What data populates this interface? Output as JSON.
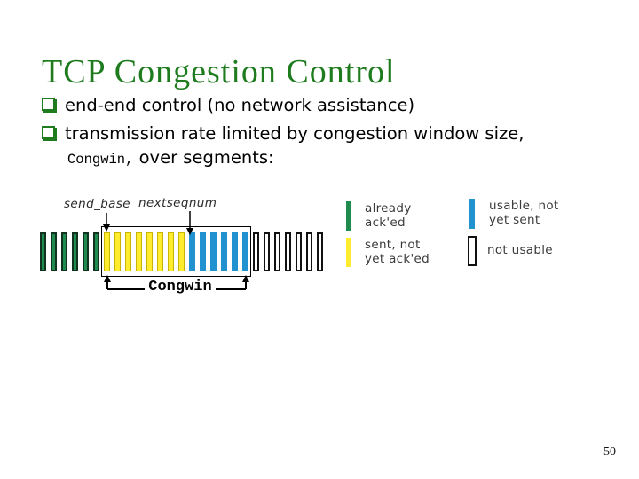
{
  "slide": {
    "title": "TCP Congestion Control",
    "page_number": "50"
  },
  "colors": {
    "title_green": "#1e7c1e",
    "bullet_green": "#1e7c1e",
    "already_acked_fill": "#1f8b4f",
    "already_acked_border": "#12331f",
    "sent_not_acked_fill": "#ffec2e",
    "sent_not_acked_border": "#c9b500",
    "usable_not_sent_fill": "#2191d0",
    "not_usable_fill": "#ffffff",
    "not_usable_border": "#111111"
  },
  "bullets": {
    "item1": "end-end control (no network assistance)",
    "item2_line1": "transmission rate limited by congestion window size,",
    "item2_code": "Congwin,",
    "item2_line2": " over segments:"
  },
  "diagram": {
    "label_send_base": "send_base",
    "label_nextseqnum": "nextseqnum",
    "label_congwin": "Congwin",
    "segments": [
      {
        "name": "already-acked",
        "count": 6,
        "fill": "#1f8b4f",
        "border": "#12331f",
        "border_width": 2
      },
      {
        "name": "sent-not-acked",
        "count": 8,
        "fill": "#ffec2e",
        "border": "#c9b500",
        "border_width": 1
      },
      {
        "name": "usable-not-sent",
        "count": 6,
        "fill": "#2191d0",
        "border": "#2191d0",
        "border_width": 0
      },
      {
        "name": "not-usable",
        "count": 7,
        "fill": "#ffffff",
        "border": "#111111",
        "border_width": 2
      }
    ]
  },
  "legend": [
    {
      "label_lines": [
        "already",
        "ack'ed"
      ],
      "fill": "#1f8b4f",
      "border": "#1f8b4f"
    },
    {
      "label_lines": [
        "sent, not",
        "yet ack'ed"
      ],
      "fill": "#ffec2e",
      "border": "#e0ca00"
    },
    {
      "label_lines": [
        "usable, not",
        "yet sent"
      ],
      "fill": "#2191d0",
      "border": "#2191d0"
    },
    {
      "label_lines": [
        "not usable"
      ],
      "fill": "#ffffff",
      "border": "#111111"
    }
  ]
}
